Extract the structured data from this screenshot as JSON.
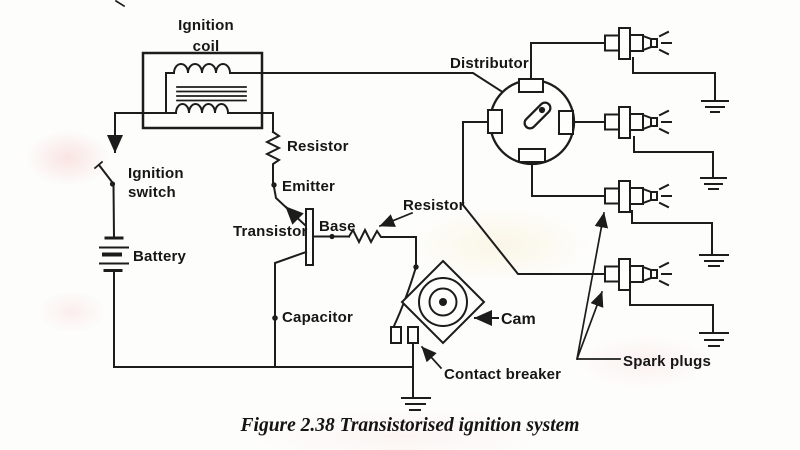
{
  "figure": {
    "caption": "Figure 2.38 Transistorised ignition system"
  },
  "labels": {
    "ignition_coil_1": "Ignition",
    "ignition_coil_2": "coil",
    "resistor_top": "Resistor",
    "emitter": "Emitter",
    "transistor": "Transistor",
    "base": "Base",
    "resistor_base": "Resistor",
    "capacitor": "Capacitor",
    "ignition_switch_1": "Ignition",
    "ignition_switch_2": "switch",
    "battery": "Battery",
    "distributor": "Distributor",
    "cam": "Cam",
    "contact_breaker": "Contact breaker",
    "spark_plugs": "Spark plugs"
  },
  "colors": {
    "ink": "#1c1c1c",
    "paper": "#fdfdfb"
  }
}
